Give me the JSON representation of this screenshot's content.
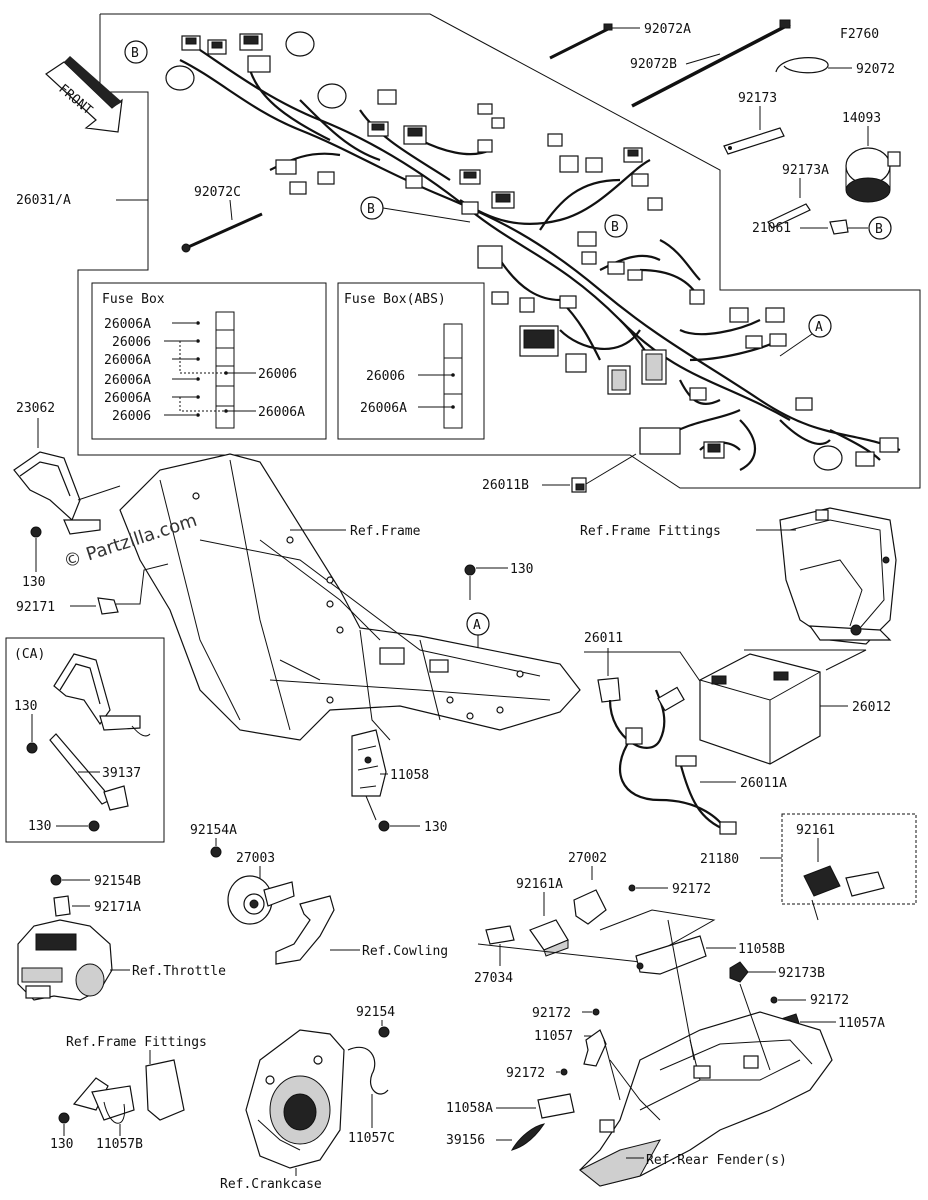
{
  "diagram": {
    "figure_code": "F2760",
    "front_label": "FRONT",
    "watermark": "© Partzilla.com",
    "callouts": [
      "B",
      "B",
      "B",
      "B",
      "A",
      "A"
    ],
    "fuse_box": {
      "title": "Fuse Box",
      "fuses": [
        "26006A",
        "26006",
        "26006A",
        "26006A",
        "26006A",
        "26006"
      ],
      "groups": [
        "26006",
        "26006A"
      ]
    },
    "fuse_box_abs": {
      "title": "Fuse Box(ABS)",
      "fuses": [
        "26006",
        "26006A"
      ]
    },
    "ca_box": {
      "title": "(CA)"
    },
    "parts": {
      "p92072A": "92072A",
      "p92072B": "92072B",
      "p92072": "92072",
      "p92173": "92173",
      "p14093": "14093",
      "p92173A": "92173A",
      "p21061": "21061",
      "p92072C": "92072C",
      "p26031A": "26031/A",
      "p23062": "23062",
      "p130a": "130",
      "p92171": "92171",
      "p130b": "130",
      "p130c": "130",
      "p39137": "39137",
      "p130d": "130",
      "p26011B": "26011B",
      "p26011": "26011",
      "p26012": "26012",
      "p26011A": "26011A",
      "p11058": "11058",
      "p130e": "130",
      "p92154A": "92154A",
      "p27003": "27003",
      "p92154B": "92154B",
      "p92171A": "92171A",
      "p92161": "92161",
      "p21180": "21180",
      "p27002": "27002",
      "p92161A": "92161A",
      "p92172a": "92172",
      "p11058B": "11058B",
      "p27034": "27034",
      "p92173B": "92173B",
      "p92172b": "92172",
      "p92172c": "92172",
      "p11057A": "11057A",
      "p11057": "11057",
      "p92172d": "92172",
      "p92154": "92154",
      "p11058A": "11058A",
      "p39156": "39156",
      "p130f": "130",
      "p11057B": "11057B",
      "p11057C": "11057C"
    },
    "refs": {
      "frame": "Ref.Frame",
      "frame_fittings_top": "Ref.Frame Fittings",
      "throttle": "Ref.Throttle",
      "cowling": "Ref.Cowling",
      "frame_fittings_bottom": "Ref.Frame Fittings",
      "crankcase": "Ref.Crankcase",
      "rear_fender": "Ref.Rear Fender(s)"
    }
  }
}
